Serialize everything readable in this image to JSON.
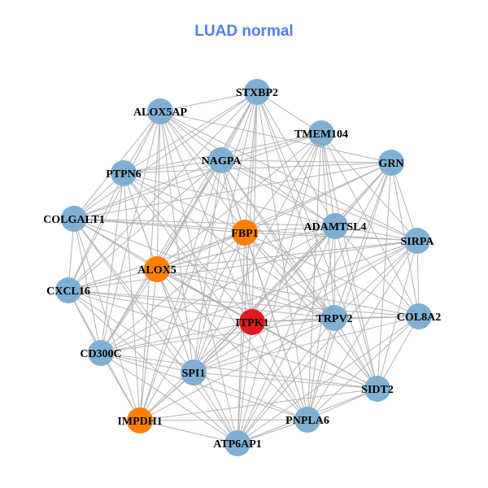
{
  "title": "LUAD normal",
  "colors": {
    "default": "#7fb0d3",
    "orange": "#ff8000",
    "red": "#e31a1c",
    "edge": "#b3b3b3",
    "title": "#4f7cf0"
  },
  "nodes": [
    {
      "name": "STXBP2",
      "color": "default"
    },
    {
      "name": "ALOX5AP",
      "color": "default"
    },
    {
      "name": "TMEM104",
      "color": "default"
    },
    {
      "name": "NAGPA",
      "color": "default"
    },
    {
      "name": "GRN",
      "color": "default"
    },
    {
      "name": "PTPN6",
      "color": "default"
    },
    {
      "name": "COLGALT1",
      "color": "default"
    },
    {
      "name": "FBP1",
      "color": "orange"
    },
    {
      "name": "ADAMTSL4",
      "color": "default"
    },
    {
      "name": "SIRPA",
      "color": "default"
    },
    {
      "name": "ALOX5",
      "color": "orange"
    },
    {
      "name": "CXCL16",
      "color": "default"
    },
    {
      "name": "ITPK1",
      "color": "red"
    },
    {
      "name": "TRPV2",
      "color": "default"
    },
    {
      "name": "COL8A2",
      "color": "default"
    },
    {
      "name": "CD300C",
      "color": "default"
    },
    {
      "name": "SPI1",
      "color": "default"
    },
    {
      "name": "SIDT2",
      "color": "default"
    },
    {
      "name": "IMPDH1",
      "color": "orange"
    },
    {
      "name": "PNPLA6",
      "color": "default"
    },
    {
      "name": "ATP6AP1",
      "color": "default"
    }
  ],
  "adjacency": [
    [
      1,
      2,
      3,
      5,
      6,
      7,
      8,
      10,
      11,
      12,
      13,
      15,
      16,
      17,
      18,
      19,
      20
    ],
    [
      3,
      4,
      5,
      6,
      7,
      8,
      9,
      10,
      11,
      12,
      13,
      15,
      16,
      18,
      20
    ],
    [
      3,
      5,
      6,
      7,
      8,
      9,
      10,
      12,
      13,
      14,
      16,
      17,
      19,
      20
    ],
    [
      4,
      5,
      6,
      7,
      8,
      9,
      10,
      11,
      12,
      13,
      15,
      16,
      17,
      18,
      19
    ],
    [
      5,
      6,
      7,
      8,
      9,
      10,
      12,
      13,
      14,
      16,
      17,
      19,
      20
    ],
    [
      6,
      7,
      8,
      10,
      11,
      12,
      13,
      15,
      16,
      18,
      19
    ],
    [
      7,
      8,
      9,
      10,
      11,
      12,
      13,
      15,
      16,
      18,
      20
    ],
    [
      8,
      9,
      10,
      11,
      12,
      13,
      14,
      15,
      16,
      17,
      18,
      19,
      20
    ],
    [
      9,
      10,
      11,
      12,
      13,
      14,
      15,
      16,
      17,
      18,
      19,
      20
    ],
    [
      10,
      11,
      12,
      13,
      14,
      15,
      16,
      17,
      19,
      20
    ],
    [
      11,
      12,
      13,
      14,
      15,
      16,
      17,
      18,
      19,
      20
    ],
    [
      12,
      13,
      14,
      15,
      16,
      17,
      18,
      20
    ],
    [
      13,
      14,
      15,
      16,
      17,
      18,
      19,
      20
    ],
    [
      14,
      15,
      16,
      17,
      18,
      19,
      20
    ],
    [
      16,
      17,
      19,
      20
    ],
    [
      16,
      17,
      18,
      19,
      20
    ],
    [
      17,
      18,
      19,
      20
    ],
    [
      18,
      19,
      20
    ],
    [
      19,
      20
    ],
    [
      20
    ],
    []
  ]
}
